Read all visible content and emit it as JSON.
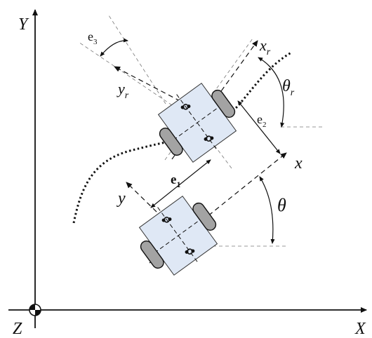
{
  "labels": {
    "Y": "Y",
    "X": "X",
    "Z": "Z",
    "x": "x",
    "y": "y",
    "xr_main": "x",
    "xr_sub": "r",
    "yr_main": "y",
    "yr_sub": "r",
    "theta": "θ",
    "theta_r_main": "θ",
    "theta_r_sub": "r",
    "e1_main": "e",
    "e1_sub": "1",
    "e2_main": "e",
    "e2_sub": "2",
    "e3_main": "e",
    "e3_sub": "3"
  },
  "colors": {
    "robot_body": "#dfe8f5",
    "wheel": "#a3a3a3",
    "line": "#111111"
  }
}
